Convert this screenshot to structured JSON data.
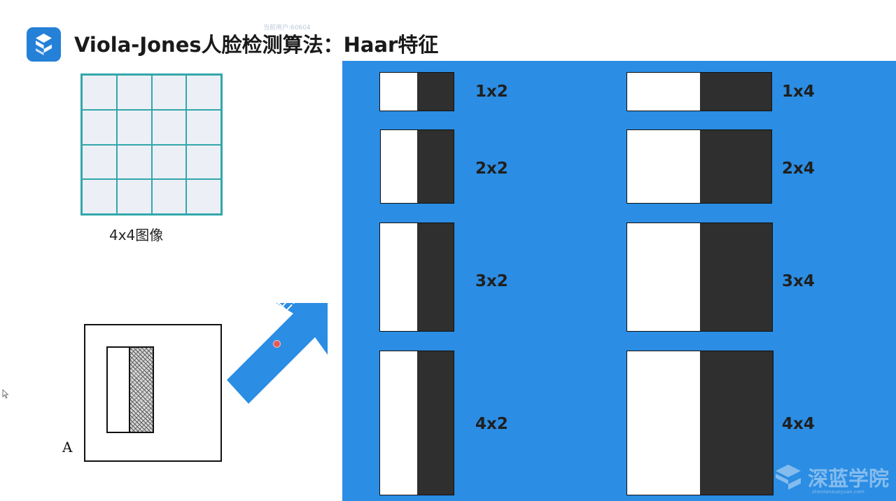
{
  "header": {
    "title": "Viola-Jones人脸检测算法：Haar特征",
    "watermark_user": "当前用户:60604",
    "logo_icon": "s-logo-icon",
    "accent_color": "#2580d8"
  },
  "left": {
    "grid_caption": "4x4图像",
    "figure_label": "A"
  },
  "arrow": {
    "label": "模板生成",
    "color": "#2b8de3"
  },
  "panel": {
    "background": "#2b8de3",
    "features": [
      {
        "label": "1x2"
      },
      {
        "label": "2x2"
      },
      {
        "label": "3x2"
      },
      {
        "label": "4x2"
      },
      {
        "label": "1x4"
      },
      {
        "label": "2x4"
      },
      {
        "label": "3x4"
      },
      {
        "label": "4x4"
      }
    ]
  },
  "brand_watermark": {
    "name": "深蓝学院",
    "url": "shenlanxueyuan.com"
  }
}
